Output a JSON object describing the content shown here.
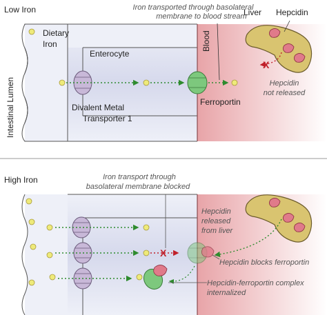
{
  "panels": {
    "low": {
      "title": "Low Iron",
      "dietary_line1": "Dietary",
      "dietary_line2": "Iron",
      "lumen": "Intestinal Lumen",
      "enterocyte": "Enterocyte",
      "blood": "Blood",
      "dmt_line1": "Divalent Metal",
      "dmt_line2": "Transporter 1",
      "ferroportin": "Ferroportin",
      "liver": "Liver",
      "hepcidin": "Hepcidin",
      "not_released_line1": "Hepcidin",
      "not_released_line2": "not released",
      "transport_line1": "Iron transported through basolateral",
      "transport_line2": "membrane to blood stream"
    },
    "high": {
      "title": "High Iron",
      "blocked_line1": "Iron transport through",
      "blocked_line2": "basolateral membrane blocked",
      "released_line1": "Hepcidin",
      "released_line2": "released",
      "released_line3": "from liver",
      "blocks": "Hepcidin blocks ferroportin",
      "complex_line1": "Hepcidin-ferroportin complex",
      "complex_line2": "internalized"
    }
  },
  "colors": {
    "iron": "#eeea7a",
    "dmt1": "#c8b8d8",
    "ferroportin": "#7dc87d",
    "hepcidin": "#e07a8a",
    "liver": "#d9c470",
    "blood": "#f0c4c6",
    "enterocyte": "#d6d9ec",
    "arrow_green": "#2e8b2e",
    "arrow_red": "#c0202a"
  }
}
